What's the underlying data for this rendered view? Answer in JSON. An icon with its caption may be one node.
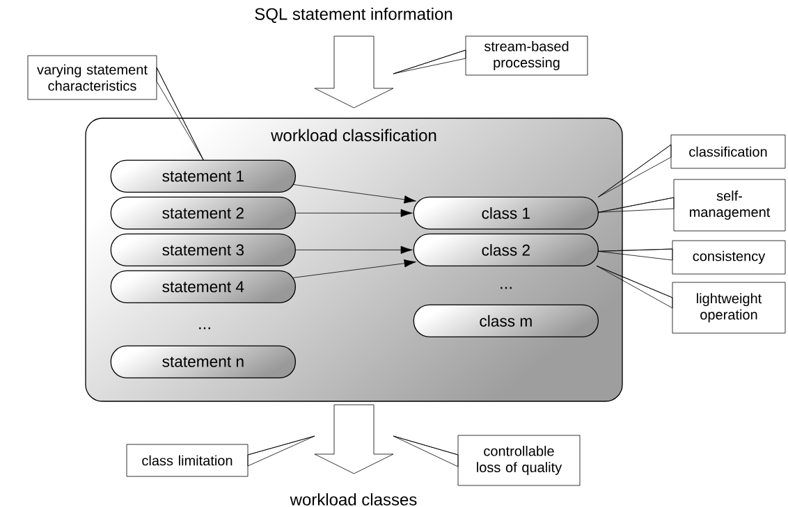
{
  "diagram": {
    "nodes": [
      {
        "text": [
          "SQL statement information"
        ]
      },
      {
        "text": [
          "stream-based processing"
        ]
      },
      {
        "text": [
          "varying statement characteristics"
        ]
      },
      {
        "text": [
          "workload classification"
        ]
      },
      {
        "text": [
          "statement 1"
        ],
        "in": 3
      },
      {
        "text": [
          "statement 2"
        ],
        "in": 3
      },
      {
        "text": [
          "statement 3"
        ],
        "in": 3
      },
      {
        "text": [
          "statement 4"
        ],
        "in": 3
      },
      {
        "text": [
          "statement n"
        ],
        "in": 3
      },
      {
        "text": [
          "class 1"
        ],
        "in": 3
      },
      {
        "text": [
          "class 2"
        ],
        "in": 3
      },
      {
        "text": [
          "class m"
        ],
        "in": 3
      },
      {
        "text": [
          "classification"
        ]
      },
      {
        "text": [
          "self-management"
        ]
      },
      {
        "text": [
          "consistency"
        ]
      },
      {
        "text": [
          "lightweight operation"
        ]
      },
      {
        "text": [
          "workload classes"
        ]
      },
      {
        "text": [
          "class limitation"
        ]
      },
      {
        "text": [
          "controllable loss of quality"
        ]
      }
    ],
    "edges": [
      {
        "from": 0,
        "to": 3,
        "arrow": "to"
      },
      {
        "from": 3,
        "to": 16,
        "arrow": "to"
      },
      {
        "from": 4,
        "to": 9,
        "arrow": "to"
      },
      {
        "from": 5,
        "to": 9,
        "arrow": "to"
      },
      {
        "from": 6,
        "to": 10,
        "arrow": "to"
      },
      {
        "from": 7,
        "to": 10,
        "arrow": "to"
      },
      {
        "from": 1,
        "to": null,
        "arrow": "none"
      },
      {
        "from": 2,
        "to": 4,
        "arrow": "none"
      },
      {
        "from": 12,
        "to": 9,
        "arrow": "none"
      },
      {
        "from": 13,
        "to": 9,
        "arrow": "none"
      },
      {
        "from": 14,
        "to": 10,
        "arrow": "none"
      },
      {
        "from": 15,
        "to": 10,
        "arrow": "none"
      },
      {
        "from": 17,
        "to": null,
        "arrow": "none"
      },
      {
        "from": 18,
        "to": null,
        "arrow": "none"
      }
    ],
    "labels": [
      "...",
      "..."
    ]
  }
}
